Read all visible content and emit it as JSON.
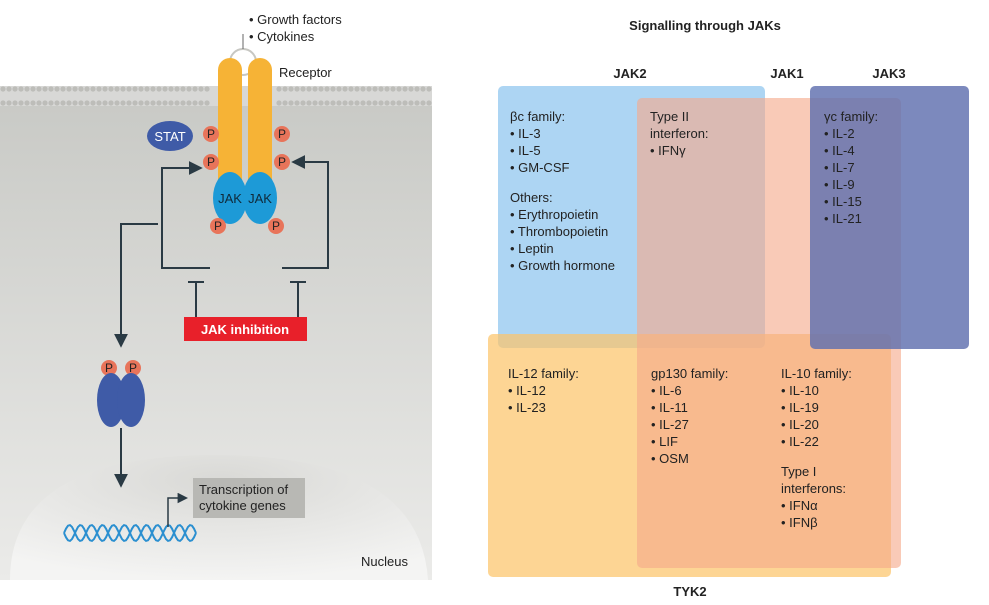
{
  "left_panel": {
    "ligands": [
      "• Growth factors",
      "• Cytokines"
    ],
    "receptor_label": "Receptor",
    "stat_label": "STAT",
    "phospho_label": "P",
    "jak_label": "JAK",
    "inhibition_label": "JAK inhibition",
    "transcription_label": [
      "Transcription of",
      "cytokine genes"
    ],
    "nucleus_label": "Nucleus"
  },
  "right_panel": {
    "title": "Signalling through JAKs",
    "region_labels": {
      "jak2": "JAK2",
      "jak1": "JAK1",
      "jak3": "JAK3",
      "tyk2": "TYK2"
    },
    "groups": [
      {
        "id": "bc",
        "lines": [
          "βc family:",
          "• IL-3",
          "• IL-5",
          "• GM-CSF",
          "",
          "Others:",
          "• Erythropoietin",
          "• Thrombopoietin",
          "• Leptin",
          "• Growth hormone"
        ]
      },
      {
        "id": "type2ifn",
        "lines": [
          "Type II",
          "interferon:",
          "• IFNγ"
        ]
      },
      {
        "id": "gc",
        "lines": [
          "γc family:",
          "• IL-2",
          "• IL-4",
          "• IL-7",
          "• IL-9",
          "• IL-15",
          "• IL-21"
        ]
      },
      {
        "id": "il12",
        "lines": [
          "IL-12 family:",
          "• IL-12",
          "• IL-23"
        ]
      },
      {
        "id": "gp130",
        "lines": [
          "gp130 family:",
          "• IL-6",
          "• IL-11",
          "• IL-27",
          "• LIF",
          "• OSM"
        ]
      },
      {
        "id": "il10",
        "lines": [
          "IL-10 family:",
          "• IL-10",
          "• IL-19",
          "• IL-20",
          "• IL-22",
          "",
          "Type I",
          "interferons:",
          "• IFNα",
          "• IFNβ"
        ]
      }
    ]
  },
  "colors": {
    "jak2": "#a9d3f2",
    "jak1": "#f5a98a",
    "jak3": "#5f6faf",
    "tyk2": "#fcc56b",
    "inhibition": "#e8202a",
    "receptor": "#f6b336",
    "jak": "#1d9ad7",
    "phospho": "#e8745a",
    "stat": "#3f5ba7"
  }
}
